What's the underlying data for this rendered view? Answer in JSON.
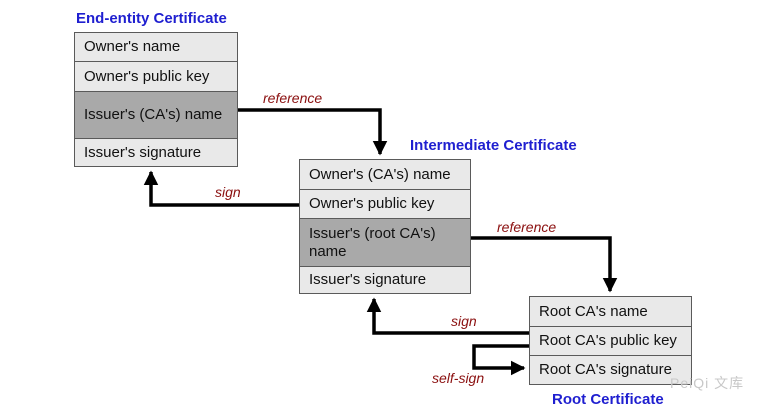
{
  "end_entity": {
    "title": "End-entity Certificate",
    "fields": [
      "Owner's name",
      "Owner's public key",
      "Issuer's (CA's) name",
      "Issuer's signature"
    ]
  },
  "intermediate": {
    "title": "Intermediate Certificate",
    "fields": [
      "Owner's (CA's) name",
      "Owner's public key",
      "Issuer's (root CA's) name",
      "Issuer's signature"
    ]
  },
  "root": {
    "title": "Root Certificate",
    "fields": [
      "Root CA's name",
      "Root CA's public key",
      "Root CA's signature"
    ]
  },
  "edges": {
    "reference_1": "reference",
    "sign_1": "sign",
    "reference_2": "reference",
    "sign_2": "sign",
    "self_sign": "self-sign"
  },
  "watermark": "PeiQi 文库",
  "colors": {
    "title": "#1f1fd0",
    "label": "#8b1010",
    "issuer_fill": "#a9a9a9",
    "field_fill": "#e9e9e9"
  }
}
